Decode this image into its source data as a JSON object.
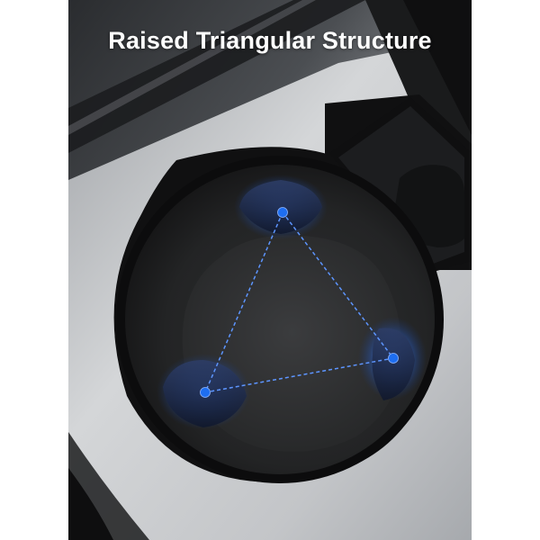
{
  "headline": "Raised Triangular Structure",
  "colors": {
    "accent_dot": "#1e6ef0",
    "dashed_line": "#4d8dff",
    "glow": "#2b62c8",
    "console_silver": "#c9cbcd",
    "holder_black": "#161616"
  },
  "diagram": {
    "points_count": 3,
    "line_style": "dashed"
  }
}
